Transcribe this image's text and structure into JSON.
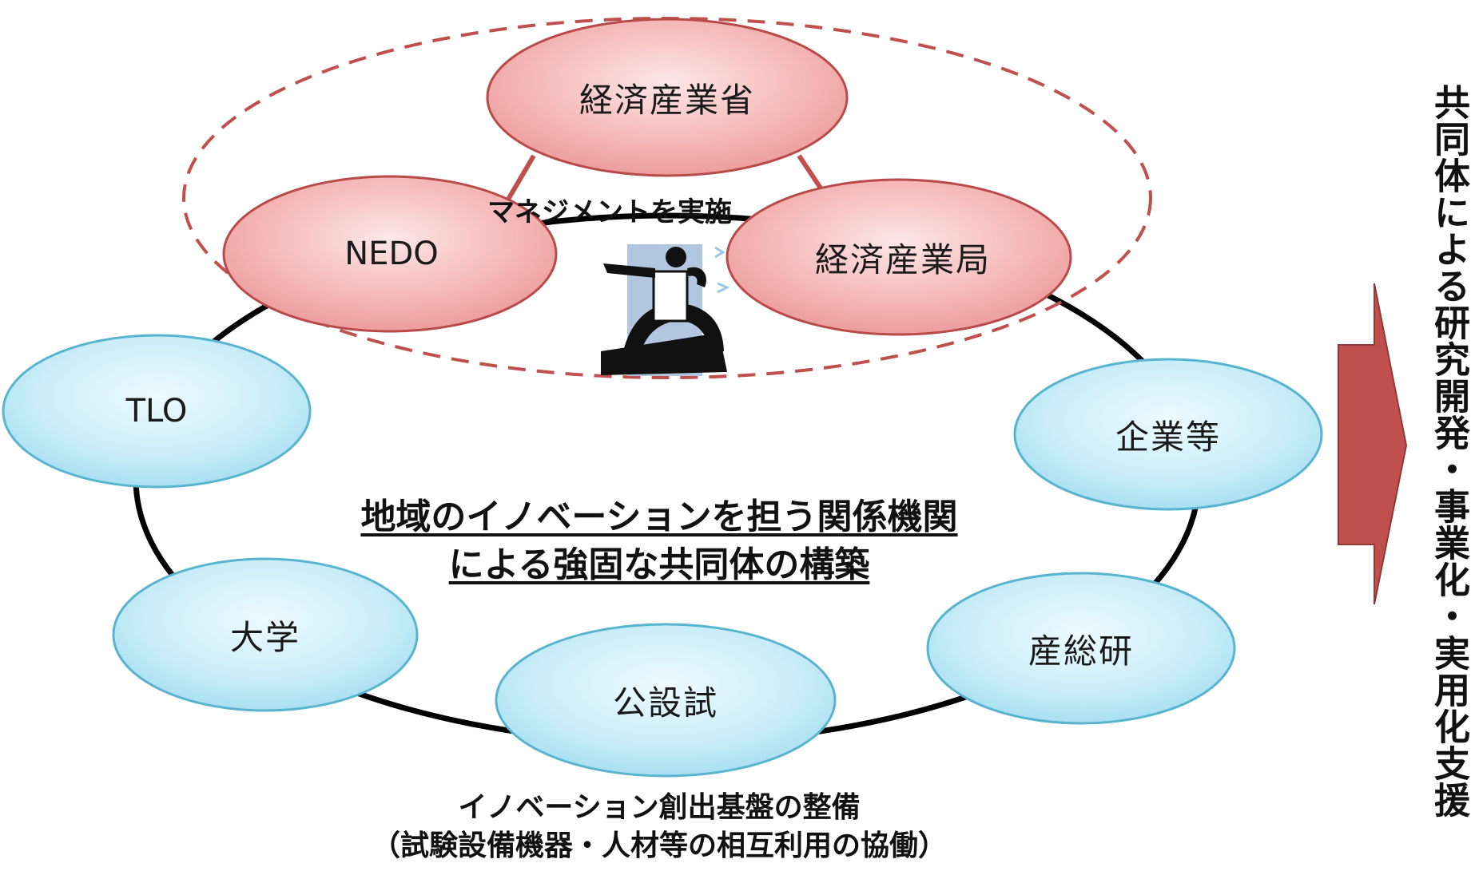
{
  "diagram": {
    "management_nodes": [
      {
        "key": "meti",
        "label": "経済産業省"
      },
      {
        "key": "nedo",
        "label": "NEDO"
      },
      {
        "key": "bureau",
        "label": "経済産業局"
      }
    ],
    "network_nodes": [
      {
        "key": "tlo",
        "label": "TLO"
      },
      {
        "key": "companies",
        "label": "企業等"
      },
      {
        "key": "university",
        "label": "大学"
      },
      {
        "key": "aist",
        "label": "産総研"
      },
      {
        "key": "public_labs",
        "label": "公設試"
      }
    ],
    "management_caption": "マネジメントを実施",
    "center_title": {
      "line1": "地域のイノベーションを担う関係機関",
      "line2": "による強固な共同体の構築"
    },
    "bottom_note": {
      "line1": "イノベーション創出基盤の整備",
      "line2": "（試験設備機器・人材等の相互利用の協働）"
    },
    "side_text": "共同体による研究開発・事業化・実用化支援",
    "colors": {
      "pink_fill": "#f2a8a8",
      "pink_stroke": "#b94a4a",
      "blue_fill": "#bfe9f6",
      "blue_stroke": "#58b4cf",
      "dashed": "#c0504d",
      "arrow_fill": "#c0504d",
      "arrow_stroke": "#953735",
      "figure_bg": "#b3c6e0"
    },
    "icon": "presenter-clipart-icon"
  }
}
